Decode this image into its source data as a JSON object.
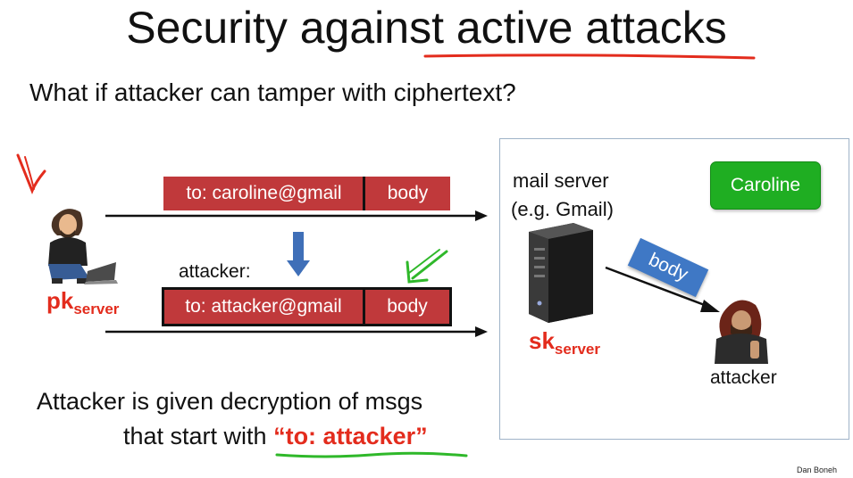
{
  "slide": {
    "title": "Security against active attacks",
    "question": "What if attacker can tamper with ciphertext?",
    "top_message": {
      "to_field": "to: caroline@gmail",
      "body_field": "body"
    },
    "attacker_label": "attacker:",
    "bottom_message": {
      "to_field": "to: attacker@gmail",
      "body_field": "body"
    },
    "sender_key": {
      "main": "pk",
      "sub": "server"
    },
    "server_panel": {
      "server_label_line1": "mail server",
      "server_label_line2": "(e.g. Gmail)",
      "recipient_button": "Caroline",
      "body_tag": "body",
      "server_key": {
        "main": "sk",
        "sub": "server"
      },
      "attacker_label": "attacker"
    },
    "conclusion": {
      "line1": "Attacker is given decryption of msgs",
      "line2_prefix": "that start with ",
      "line2_highlight": "“to: attacker”"
    },
    "credit": "Dan Boneh"
  },
  "colors": {
    "message_box": "#c0393b",
    "recipient_button": "#1fae22",
    "body_tag": "#3f78c5",
    "key_label": "#e32c1d",
    "pen_red": "#e32c1d",
    "pen_green": "#2fb82a",
    "panel_border": "#9fb3c8"
  },
  "icons": [
    "down-arrow-icon",
    "user-with-laptop-icon",
    "server-tower-icon",
    "hooded-attacker-icon"
  ]
}
